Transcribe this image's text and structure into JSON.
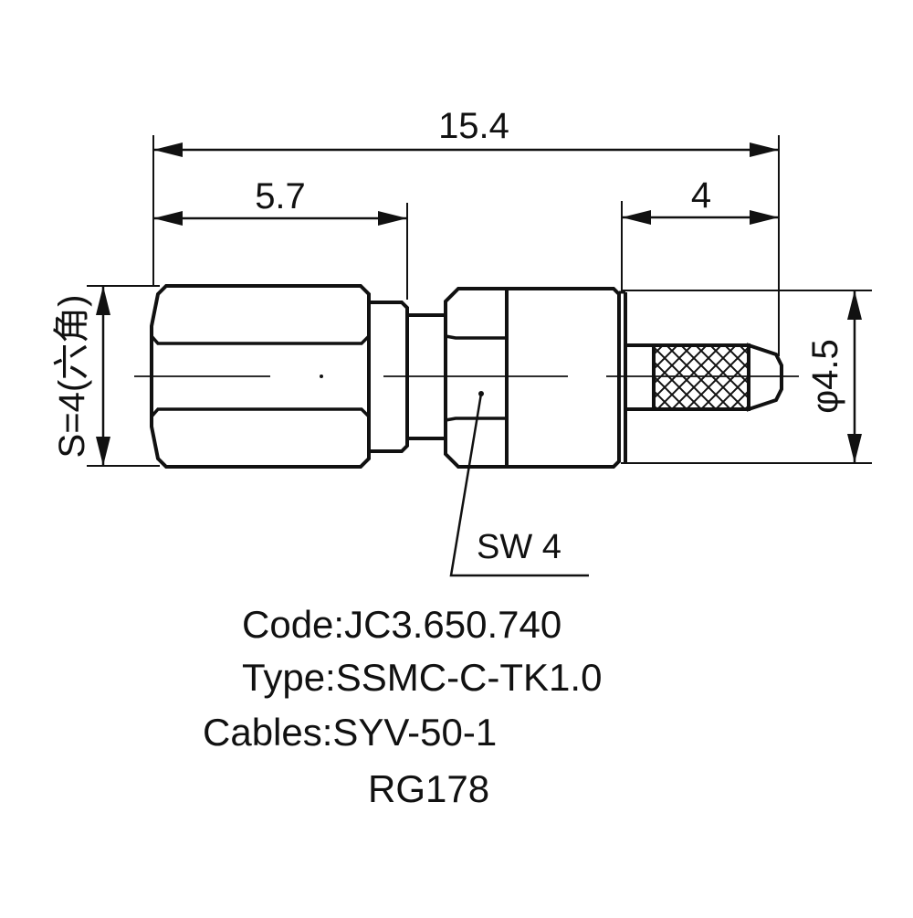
{
  "dimensions": {
    "overall_length": "15.4",
    "nut_length": "5.7",
    "pin_length": "4",
    "diameter": "φ4.5",
    "hex_size": "S=4(六角)"
  },
  "callout": {
    "wrench_size": "SW 4"
  },
  "spec": {
    "code": "Code:JC3.650.740",
    "type": "Type:SSMC-C-TK1.0",
    "cables_line1": "Cables:SYV-50-1",
    "cables_line2": "RG178"
  }
}
